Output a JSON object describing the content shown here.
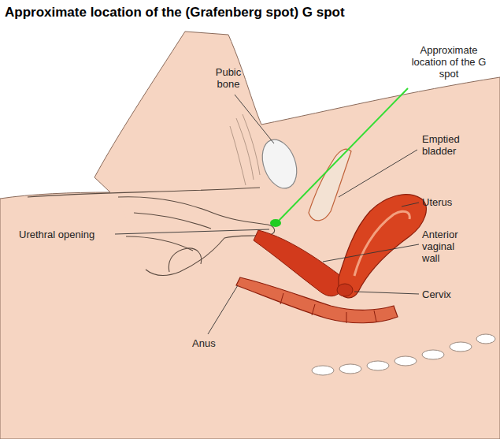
{
  "diagram": {
    "title": "Approximate location of the (Grafenberg spot) G spot",
    "labels": [
      "Pubic bone",
      "Approximate location of the G spot",
      "Emptied bladder",
      "Uterus",
      "Anterior vaginal wall",
      "Cervix",
      "Urethral opening",
      "Anus"
    ]
  }
}
